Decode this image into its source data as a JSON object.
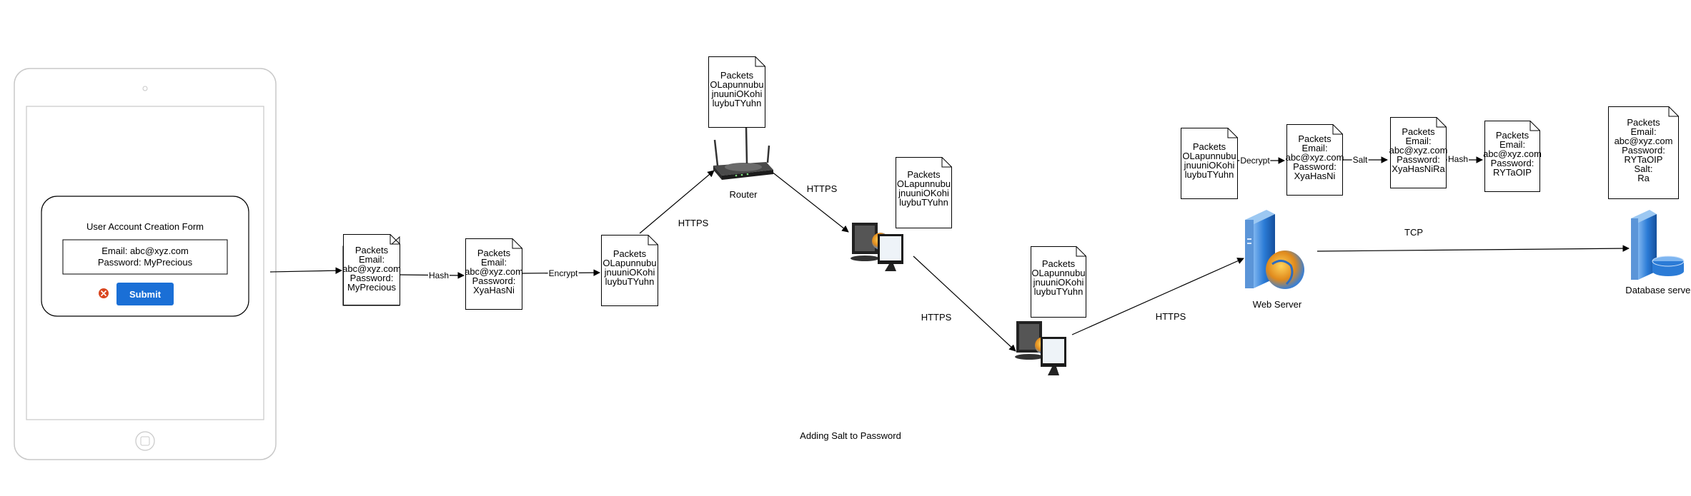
{
  "caption": "Adding Salt to Password",
  "form": {
    "title": "User Account Creation Form",
    "email_line": "Email: abc@xyz.com",
    "password_line": "Password: MyPrecious",
    "submit_label": "Submit"
  },
  "documents": {
    "plain": [
      "Packets",
      "Email:",
      "abc@xyz.com",
      "Password:",
      "MyPrecious"
    ],
    "hashed": [
      "Packets",
      "Email:",
      "abc@xyz.com",
      "Password:",
      "XyaHasNi"
    ],
    "encrypted_1": [
      "Packets",
      "OLapunnubu",
      "jnuuniOKohi",
      "luybuTYuhn"
    ],
    "encrypted_router": [
      "Packets",
      "OLapunnubu",
      "jnuuniOKohi",
      "luybuTYuhn"
    ],
    "encrypted_pc1": [
      "Packets",
      "OLapunnubu",
      "jnuuniOKohi",
      "luybuTYuhn"
    ],
    "encrypted_pc2": [
      "Packets",
      "OLapunnubu",
      "jnuuniOKohi",
      "luybuTYuhn"
    ],
    "server_encrypted": [
      "Packets",
      "OLapunnubu",
      "jnuuniOKohi",
      "luybuTYuhn"
    ],
    "server_decrypted": [
      "Packets",
      "Email:",
      "abc@xyz.com",
      "Password:",
      "XyaHasNi"
    ],
    "server_salted": [
      "Packets",
      "Email:",
      "abc@xyz.com",
      "Password:",
      "XyaHasNiRa"
    ],
    "server_hashed": [
      "Packets",
      "Email:",
      "abc@xyz.com",
      "Password:",
      "RYTaOIP"
    ],
    "database_record": [
      "Packets",
      "Email:",
      "abc@xyz.com",
      "Password:",
      "RYTaOIP",
      "Salt:",
      "Ra"
    ]
  },
  "edge_labels": {
    "hash": "Hash",
    "encrypt": "Encrypt",
    "decrypt": "Decrypt",
    "salt": "Salt",
    "hash2": "Hash",
    "https_1": "HTTPS",
    "https_2": "HTTPS",
    "https_3": "HTTPS",
    "https_4": "HTTPS",
    "tcp": "TCP"
  },
  "nodes": {
    "router": "Router",
    "web_server": "Web Server",
    "database_server": "Database server"
  },
  "colors": {
    "button": "#1a6fd6",
    "line": "#000000",
    "device_outline": "#c8c8c8",
    "server_blue": "#2b7bd6",
    "error_icon": "#d9461f"
  },
  "icons": [
    "tablet-icon",
    "error-icon",
    "router-icon",
    "computer-icon",
    "web-server-icon",
    "database-server-icon"
  ]
}
